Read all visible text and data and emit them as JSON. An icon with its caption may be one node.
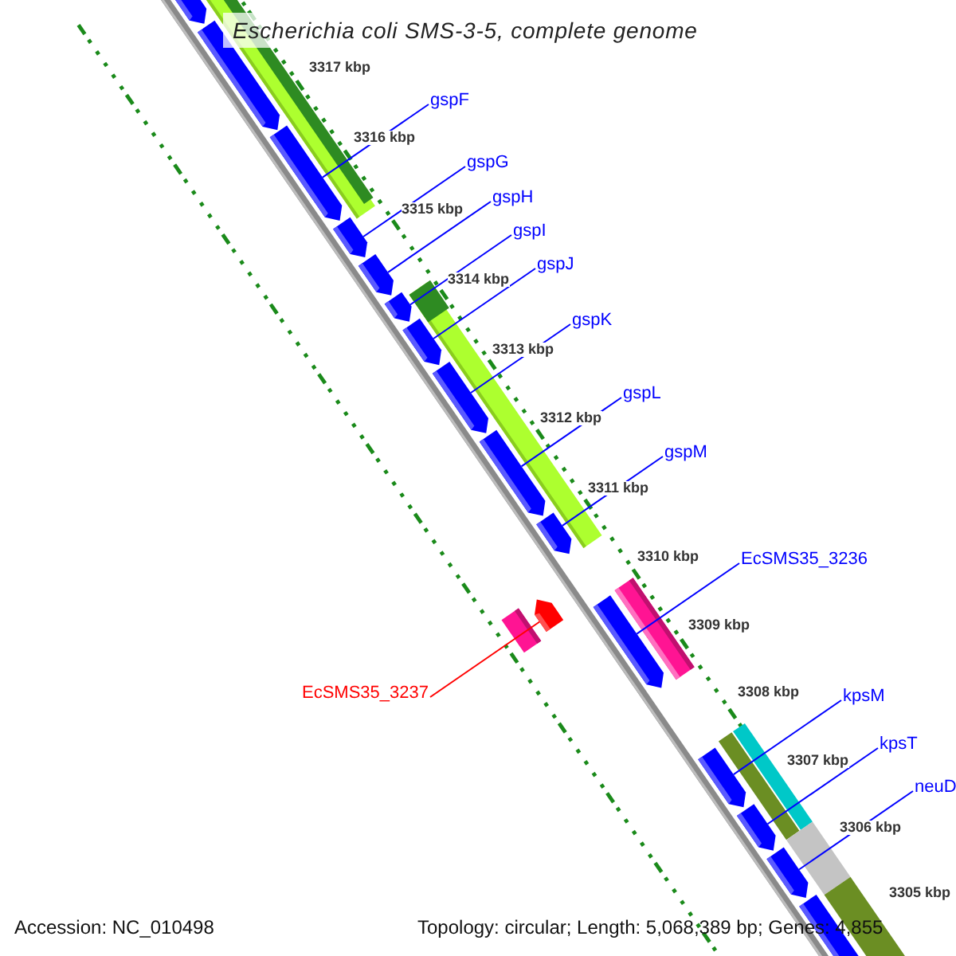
{
  "diagram": {
    "title": "Escherichia coli SMS-3-5, complete genome",
    "nodes": [
      {
        "text": [
          "gspF"
        ]
      },
      {
        "text": [
          "gspG"
        ]
      },
      {
        "text": [
          "gspH"
        ]
      },
      {
        "text": [
          "gspI"
        ]
      },
      {
        "text": [
          "gspJ"
        ]
      },
      {
        "text": [
          "gspK"
        ]
      },
      {
        "text": [
          "gspL"
        ]
      },
      {
        "text": [
          "gspM"
        ]
      },
      {
        "text": [
          "EcSMS35_3236"
        ]
      },
      {
        "text": [
          "EcSMS35_3237"
        ]
      },
      {
        "text": [
          "kpsM"
        ]
      },
      {
        "text": [
          "kpsT"
        ]
      },
      {
        "text": [
          "neuD"
        ]
      },
      {
        "text": [],
        "shape": "bar"
      },
      {
        "text": [],
        "shape": "bar"
      },
      {
        "text": [],
        "shape": "bar"
      },
      {
        "text": [],
        "shape": "bar"
      },
      {
        "text": [],
        "shape": "bar"
      },
      {
        "text": [],
        "shape": "bar"
      },
      {
        "text": [],
        "shape": "bar"
      },
      {
        "text": [],
        "shape": "bar"
      },
      {
        "text": [],
        "shape": "bar"
      },
      {
        "text": [],
        "shape": "bar"
      },
      {
        "text": [],
        "shape": "bar"
      },
      {
        "text": [],
        "shape": "bar"
      },
      {
        "text": [],
        "shape": "bar"
      },
      {
        "text": [],
        "shape": "bar"
      },
      {
        "text": [],
        "shape": "bar"
      },
      {
        "text": [],
        "shape": "bar"
      }
    ],
    "edges": [
      {
        "from": 0,
        "to": 15,
        "arrow": "none"
      },
      {
        "from": 1,
        "to": 16,
        "arrow": "none"
      },
      {
        "from": 2,
        "to": 17,
        "arrow": "none"
      },
      {
        "from": 3,
        "to": 18,
        "arrow": "none"
      },
      {
        "from": 4,
        "to": 19,
        "arrow": "none"
      },
      {
        "from": 5,
        "to": 20,
        "arrow": "none"
      },
      {
        "from": 6,
        "to": 21,
        "arrow": "none"
      },
      {
        "from": 7,
        "to": 22,
        "arrow": "none"
      },
      {
        "from": 8,
        "to": 24,
        "arrow": "none"
      },
      {
        "from": 9,
        "to": 23,
        "arrow": "none",
        "color": "#ff0000"
      },
      {
        "from": 10,
        "to": 25,
        "arrow": "none"
      },
      {
        "from": 11,
        "to": 26,
        "arrow": "none"
      },
      {
        "from": 12,
        "to": 27,
        "arrow": "none"
      }
    ],
    "labels": [
      "3317 kbp",
      "3316 kbp",
      "3315 kbp",
      "3314 kbp",
      "3313 kbp",
      "3312 kbp",
      "3311 kbp",
      "3310 kbp",
      "3309 kbp",
      "3308 kbp",
      "3307 kbp",
      "3306 kbp",
      "3305 kbp",
      "Accession: NC_010498",
      "Topology: circular; Length: 5,068,389 bp; Genes: 4,855"
    ]
  }
}
